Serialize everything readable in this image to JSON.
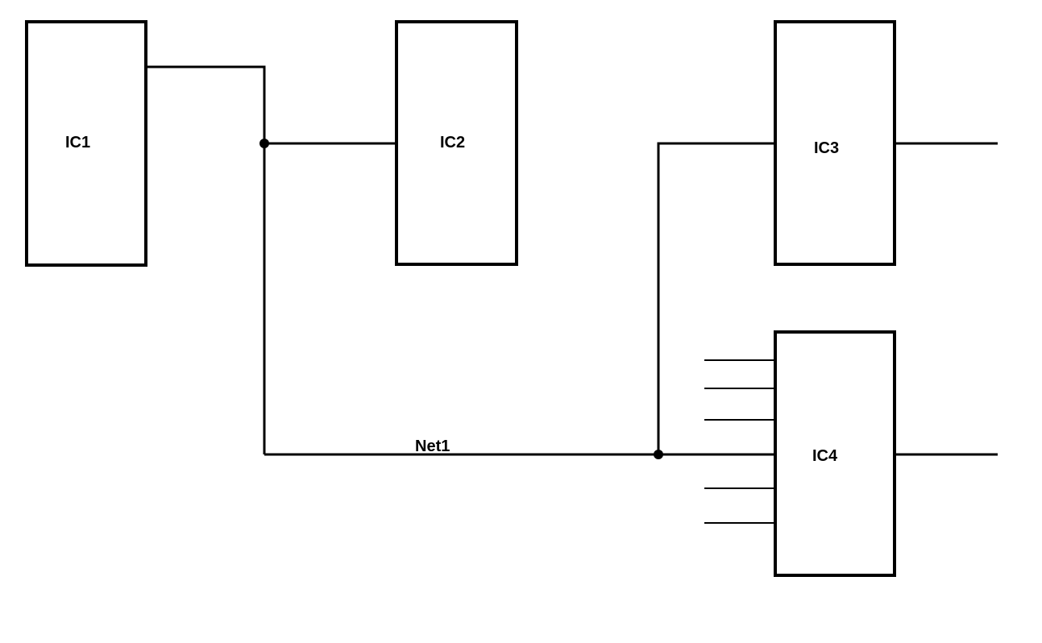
{
  "components": {
    "ic1": {
      "label": "IC1"
    },
    "ic2": {
      "label": "IC2"
    },
    "ic3": {
      "label": "IC3"
    },
    "ic4": {
      "label": "IC4"
    }
  },
  "nets": {
    "net1": {
      "label": "Net1"
    }
  },
  "colors": {
    "line": "#000000",
    "background": "#ffffff"
  }
}
